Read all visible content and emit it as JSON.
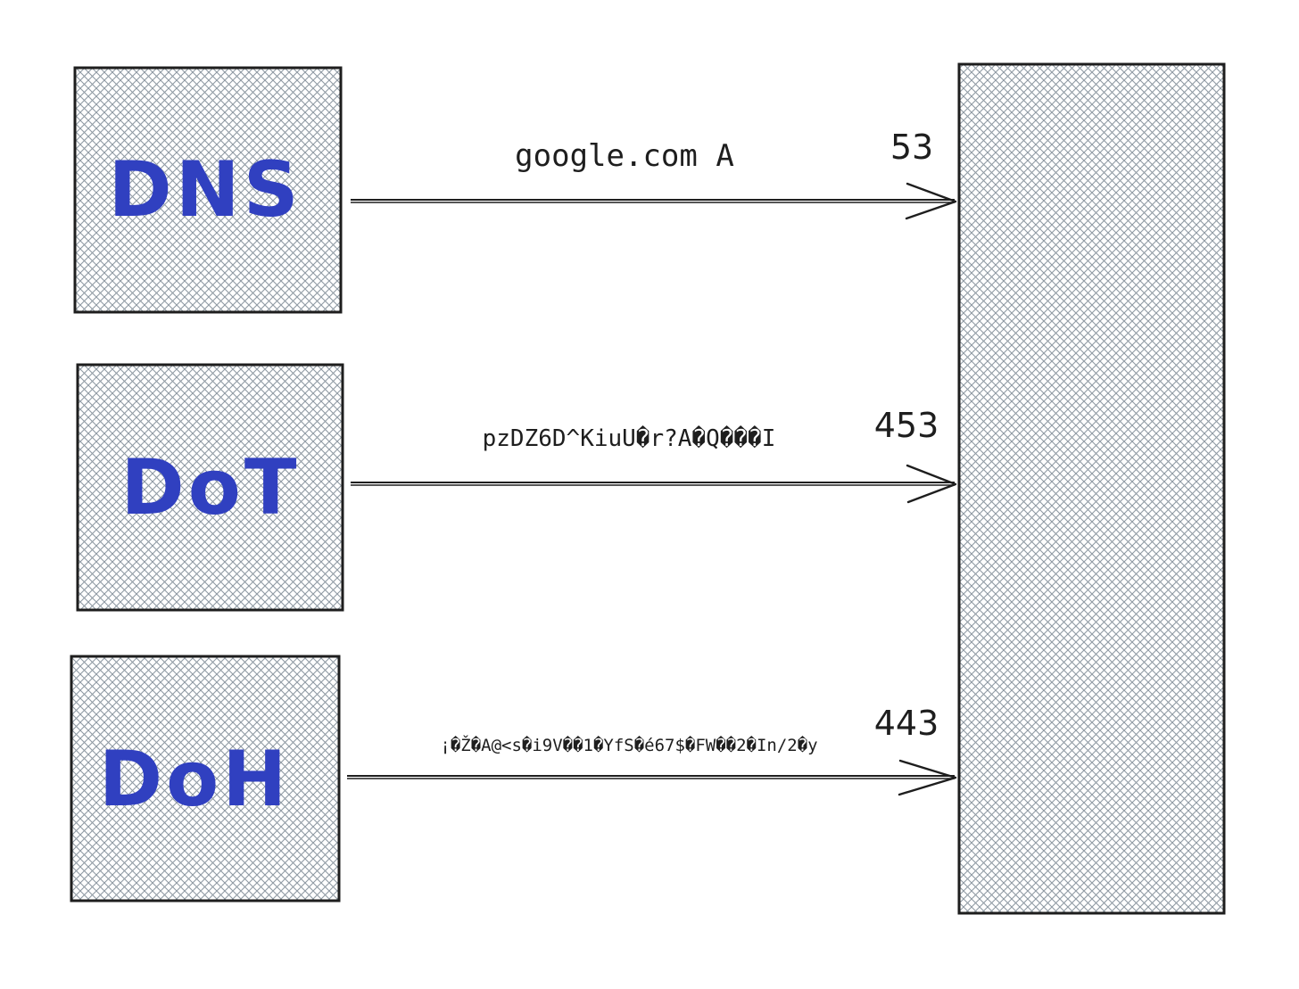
{
  "colors": {
    "hatch": "#8f9aa3",
    "stroke": "#1e1e1e",
    "label": "#3040c0",
    "background": "#ffffff"
  },
  "clients": [
    {
      "label": "DNS"
    },
    {
      "label": "DoT"
    },
    {
      "label": "DoH"
    }
  ],
  "arrows": [
    {
      "message": "google.com A",
      "port": "53"
    },
    {
      "message": "pzDZ6D^KiuU�r?A�Q���I",
      "port": "453"
    },
    {
      "message": "¡�Ž�A@<s�i9V��1�YfS�é67$�FW��2�In/2�y",
      "port": "443"
    }
  ]
}
